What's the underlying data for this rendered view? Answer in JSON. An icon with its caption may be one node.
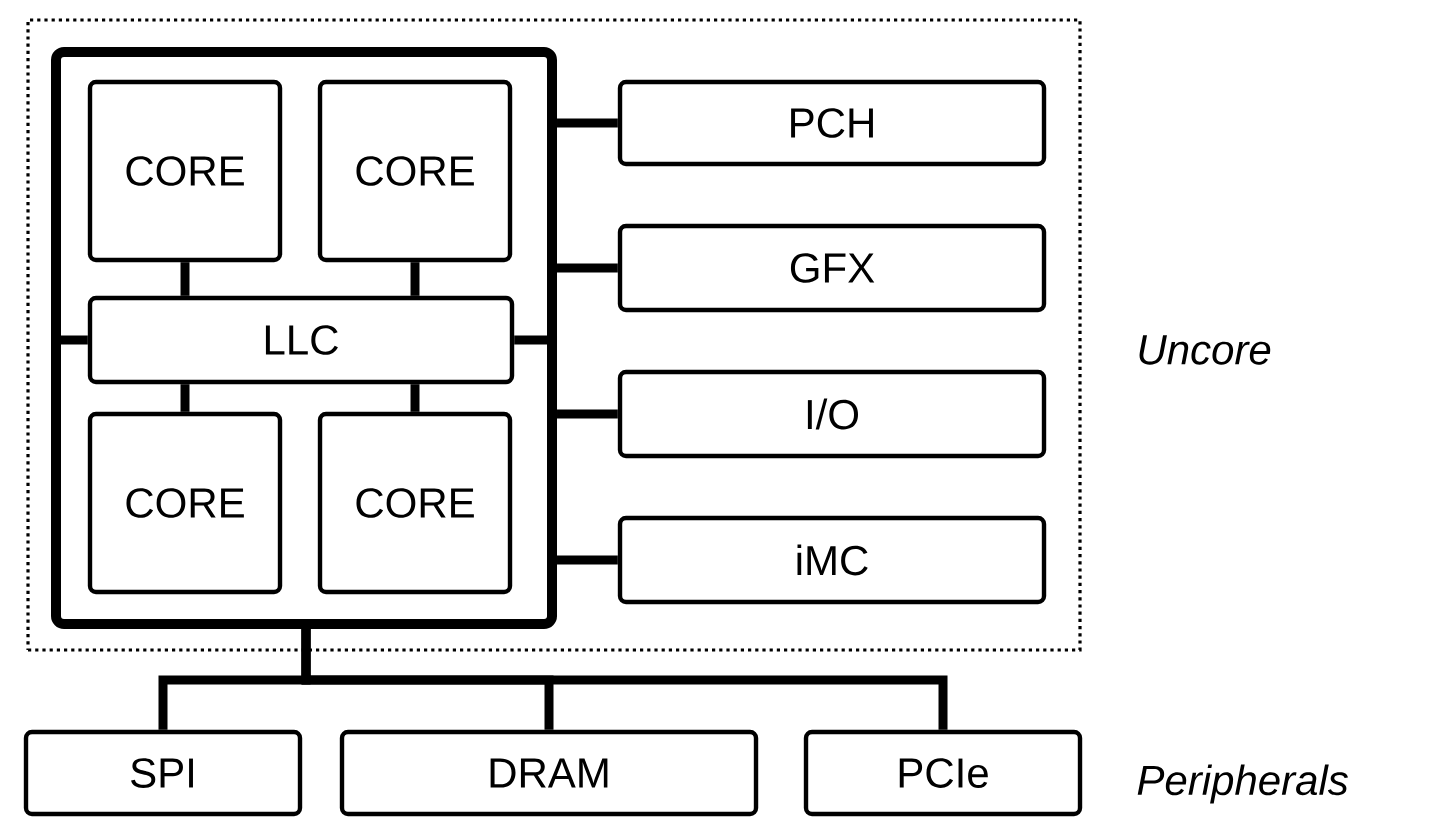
{
  "diagram": {
    "nodes": [
      {
        "text": [
          "Uncore"
        ]
      },
      {
        "text": [],
        "shape": "box",
        "in": 0
      },
      {
        "text": [
          "CORE"
        ],
        "in": 1
      },
      {
        "text": [
          "CORE"
        ],
        "in": 1
      },
      {
        "text": [
          "LLC"
        ],
        "in": 1
      },
      {
        "text": [
          "CORE"
        ],
        "in": 1
      },
      {
        "text": [
          "CORE"
        ],
        "in": 1
      },
      {
        "text": [
          "PCH"
        ],
        "in": 0
      },
      {
        "text": [
          "GFX"
        ],
        "in": 0
      },
      {
        "text": [
          "I/O"
        ],
        "in": 0
      },
      {
        "text": [
          "iMC"
        ],
        "in": 0
      },
      {
        "text": [
          "SPI"
        ]
      },
      {
        "text": [
          "DRAM"
        ]
      },
      {
        "text": [
          "PCIe"
        ]
      }
    ],
    "edges": [
      {
        "from": 2,
        "to": 4,
        "arrow": "none"
      },
      {
        "from": 3,
        "to": 4,
        "arrow": "none"
      },
      {
        "from": 5,
        "to": 4,
        "arrow": "none"
      },
      {
        "from": 6,
        "to": 4,
        "arrow": "none"
      },
      {
        "from": 1,
        "to": 4,
        "arrow": "none"
      },
      {
        "from": 4,
        "to": 1,
        "arrow": "none"
      },
      {
        "from": 1,
        "to": 7,
        "arrow": "none"
      },
      {
        "from": 1,
        "to": 8,
        "arrow": "none"
      },
      {
        "from": 1,
        "to": 9,
        "arrow": "none"
      },
      {
        "from": 1,
        "to": 10,
        "arrow": "none"
      },
      {
        "from": 1,
        "to": 11,
        "arrow": "none"
      },
      {
        "from": 1,
        "to": 12,
        "arrow": "none"
      },
      {
        "from": 1,
        "to": 13,
        "arrow": "none"
      }
    ],
    "labels": [
      "Peripherals"
    ]
  }
}
